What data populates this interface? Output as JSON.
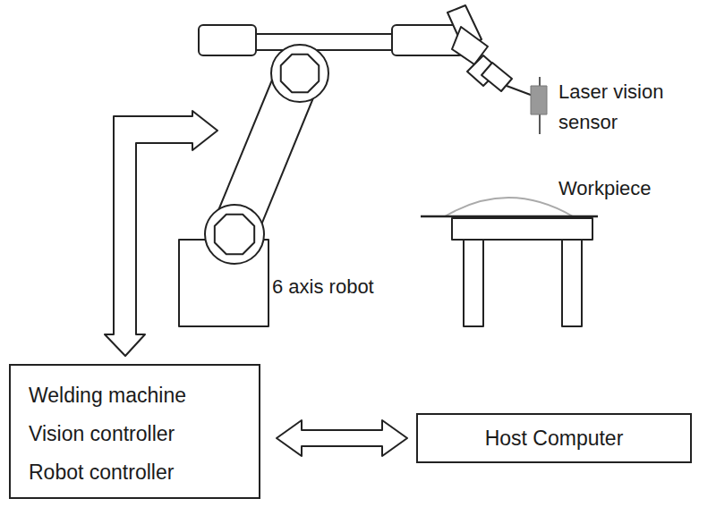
{
  "diagram": {
    "nodes": [
      {
        "text": [
          "Welding machine",
          "Vision controller",
          "Robot controller"
        ]
      },
      {
        "text": [
          "Host Computer"
        ]
      }
    ],
    "edges": [
      {
        "from": 0,
        "to": 1,
        "arrow": "both"
      }
    ],
    "labels": [
      "Laser vision sensor",
      "Workpiece",
      "6 axis robot"
    ]
  }
}
